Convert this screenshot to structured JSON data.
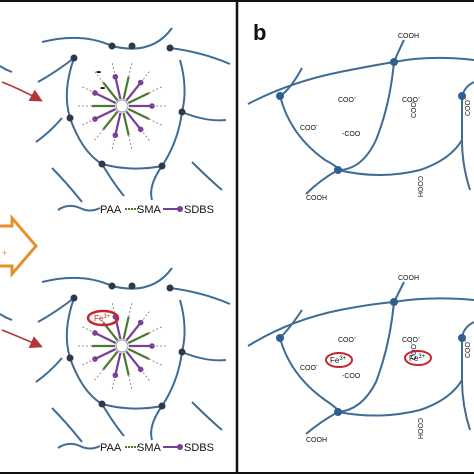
{
  "panel_b": {
    "label": "b"
  },
  "legend": {
    "paa": "PAA",
    "sma": "SMA",
    "sdbs": "SDBS"
  },
  "groups": {
    "cooh": "COOH",
    "coo": "COO",
    "coo_sup": "-",
    "fe": "Fe",
    "fe_sup": "3+"
  },
  "charges": {
    "minus": "-"
  },
  "colors": {
    "chain": "#3f6c95",
    "node": "#2f5f92",
    "node_dark": "#2e3a4a",
    "sma": "#4a7a30",
    "sdbs": "#7a3d9a",
    "arrow_red": "#b03838",
    "arrow_orange": "#e6902c",
    "fe_ring": "#c2282d",
    "divider": "#111111"
  }
}
